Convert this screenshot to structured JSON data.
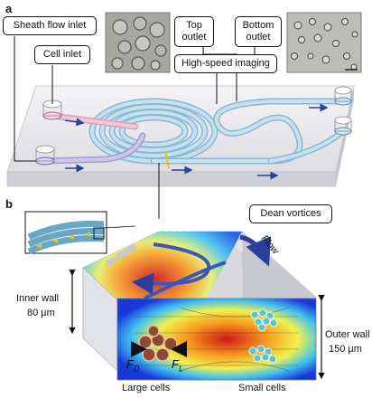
{
  "panels": {
    "a": "a",
    "b": "b"
  },
  "callouts": {
    "sheath_flow_inlet": "Sheath flow inlet",
    "cell_inlet": "Cell inlet",
    "top_outlet_line1": "Top",
    "top_outlet_line2": "outlet",
    "bottom_outlet_line1": "Bottom",
    "bottom_outlet_line2": "outlet",
    "high_speed_imaging": "High-speed imaging",
    "dean_vortices": "Dean vortices"
  },
  "cross_section": {
    "flow_label": "Flow",
    "inner_wall_label": "Inner wall",
    "inner_wall_size": "80 µm",
    "outer_wall_label": "Outer wall",
    "outer_wall_size": "150 µm",
    "drag_force": "F",
    "drag_force_sub": "D",
    "lift_force": "F",
    "lift_force_sub": "L",
    "large_cells": "Large cells",
    "small_cells": "Small cells"
  },
  "colors": {
    "channel_blue": "#9cc8e0",
    "channel_pink": "#e8b4c8",
    "channel_purple": "#b8a8d8",
    "arrow_blue": "#2b3f9e",
    "accent_yellow": "#f2c500",
    "large_cell_brown": "#8b4a32",
    "small_cell_teal": "#5fc3c8"
  }
}
